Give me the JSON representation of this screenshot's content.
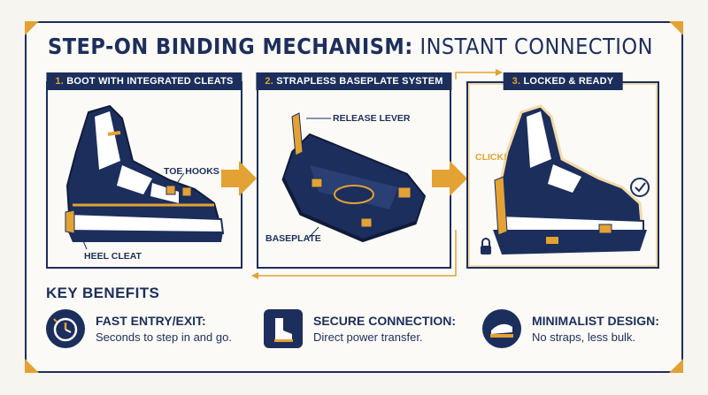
{
  "title": {
    "bold": "STEP-ON BINDING MECHANISM:",
    "light": "INSTANT CONNECTION"
  },
  "steps": [
    {
      "num": "1.",
      "label": "BOOT WITH INTEGRATED CLEATS"
    },
    {
      "num": "2.",
      "label": "STRAPLESS BASEPLATE SYSTEM"
    },
    {
      "num": "3.",
      "label": "LOCKED & READY"
    }
  ],
  "callouts": {
    "toe_hooks": "TOE HOOKS",
    "heel_cleat": "HEEL CLEAT",
    "release_lever": "RELEASE LEVER",
    "baseplate": "BASEPLATE",
    "click": "CLICK!"
  },
  "benefits": {
    "heading": "KEY BENEFITS",
    "items": [
      {
        "title": "FAST ENTRY/EXIT:",
        "desc": "Seconds to step in and go.",
        "icon": "stopwatch-icon"
      },
      {
        "title": "SECURE CONNECTION:",
        "desc": "Direct power transfer.",
        "icon": "boot-icon"
      },
      {
        "title": "MINIMALIST DESIGN:",
        "desc": "No straps, less bulk.",
        "icon": "binding-icon"
      }
    ]
  },
  "colors": {
    "navy": "#1c2e5c",
    "orange": "#e3a233",
    "background": "#f7f5f0"
  }
}
